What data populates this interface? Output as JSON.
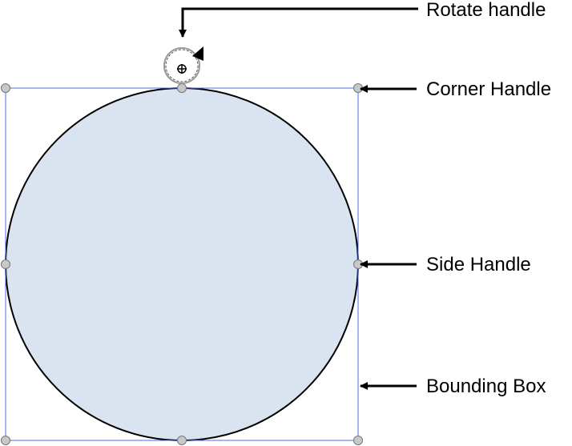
{
  "labels": {
    "rotate": "Rotate handle",
    "corner": "Corner Handle",
    "side": "Side Handle",
    "bounding": "Bounding Box"
  },
  "colors": {
    "shape_fill": "#dae3f0",
    "bounding_box": "#4a6cf0",
    "handle_fill": "#c8c8c8"
  },
  "icons": {
    "rotate": "rotate-arrow-icon"
  }
}
